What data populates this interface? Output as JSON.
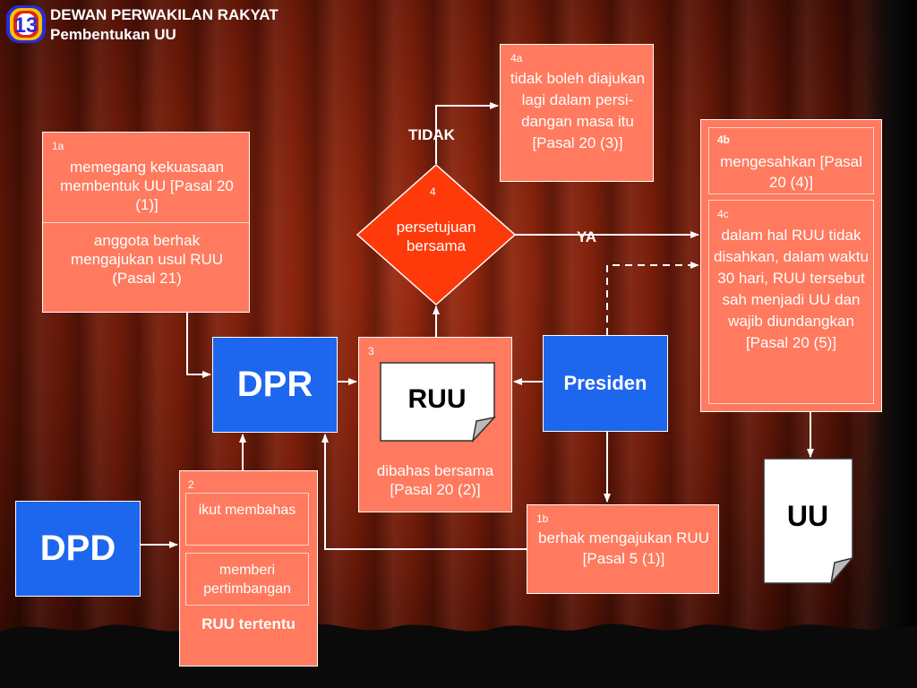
{
  "slide": {
    "number": "13",
    "title_line1": "DEWAN PERWAKILAN RAKYAT",
    "title_line2": "Pembentukan UU"
  },
  "box_1a": {
    "num": "1a",
    "text1": "memegang kekuasaan membentuk UU [Pasal 20 (1)]",
    "text2": "anggota berhak mengajukan usul RUU (Pasal 21)"
  },
  "box_1b": {
    "num": "1b",
    "text": "berhak mengajukan RUU [Pasal 5 (1)]"
  },
  "box_2": {
    "num": "2",
    "item1": "ikut membahas",
    "item2": "memberi pertimbangan",
    "footer": "RUU tertentu"
  },
  "box_3": {
    "num": "3",
    "doc": "RUU",
    "text": "dibahas bersama [Pasal 20 (2)]"
  },
  "diamond_4": {
    "num": "4",
    "text": "persetujuan bersama"
  },
  "box_4a": {
    "num": "4a",
    "text": "tidak boleh diajukan lagi dalam persi-dangan masa itu [Pasal 20 (3)]"
  },
  "box_4b": {
    "num": "4b",
    "text": "mengesahkan [Pasal 20 (4)]"
  },
  "box_4c": {
    "num": "4c",
    "text": "dalam hal RUU tidak disahkan, dalam waktu 30 hari, RUU tersebut sah menjadi UU dan wajib diundangkan [Pasal 20 (5)]"
  },
  "entities": {
    "dpr": "DPR",
    "dpd": "DPD",
    "presiden": "Presiden",
    "uu": "UU"
  },
  "edge_labels": {
    "tidak": "TIDAK",
    "ya": "YA"
  },
  "colors": {
    "box_fill": "#ff7a5e",
    "diamond_fill": "#ff3a0a",
    "entity_fill": "#1d66ee",
    "line": "#ffffff"
  }
}
